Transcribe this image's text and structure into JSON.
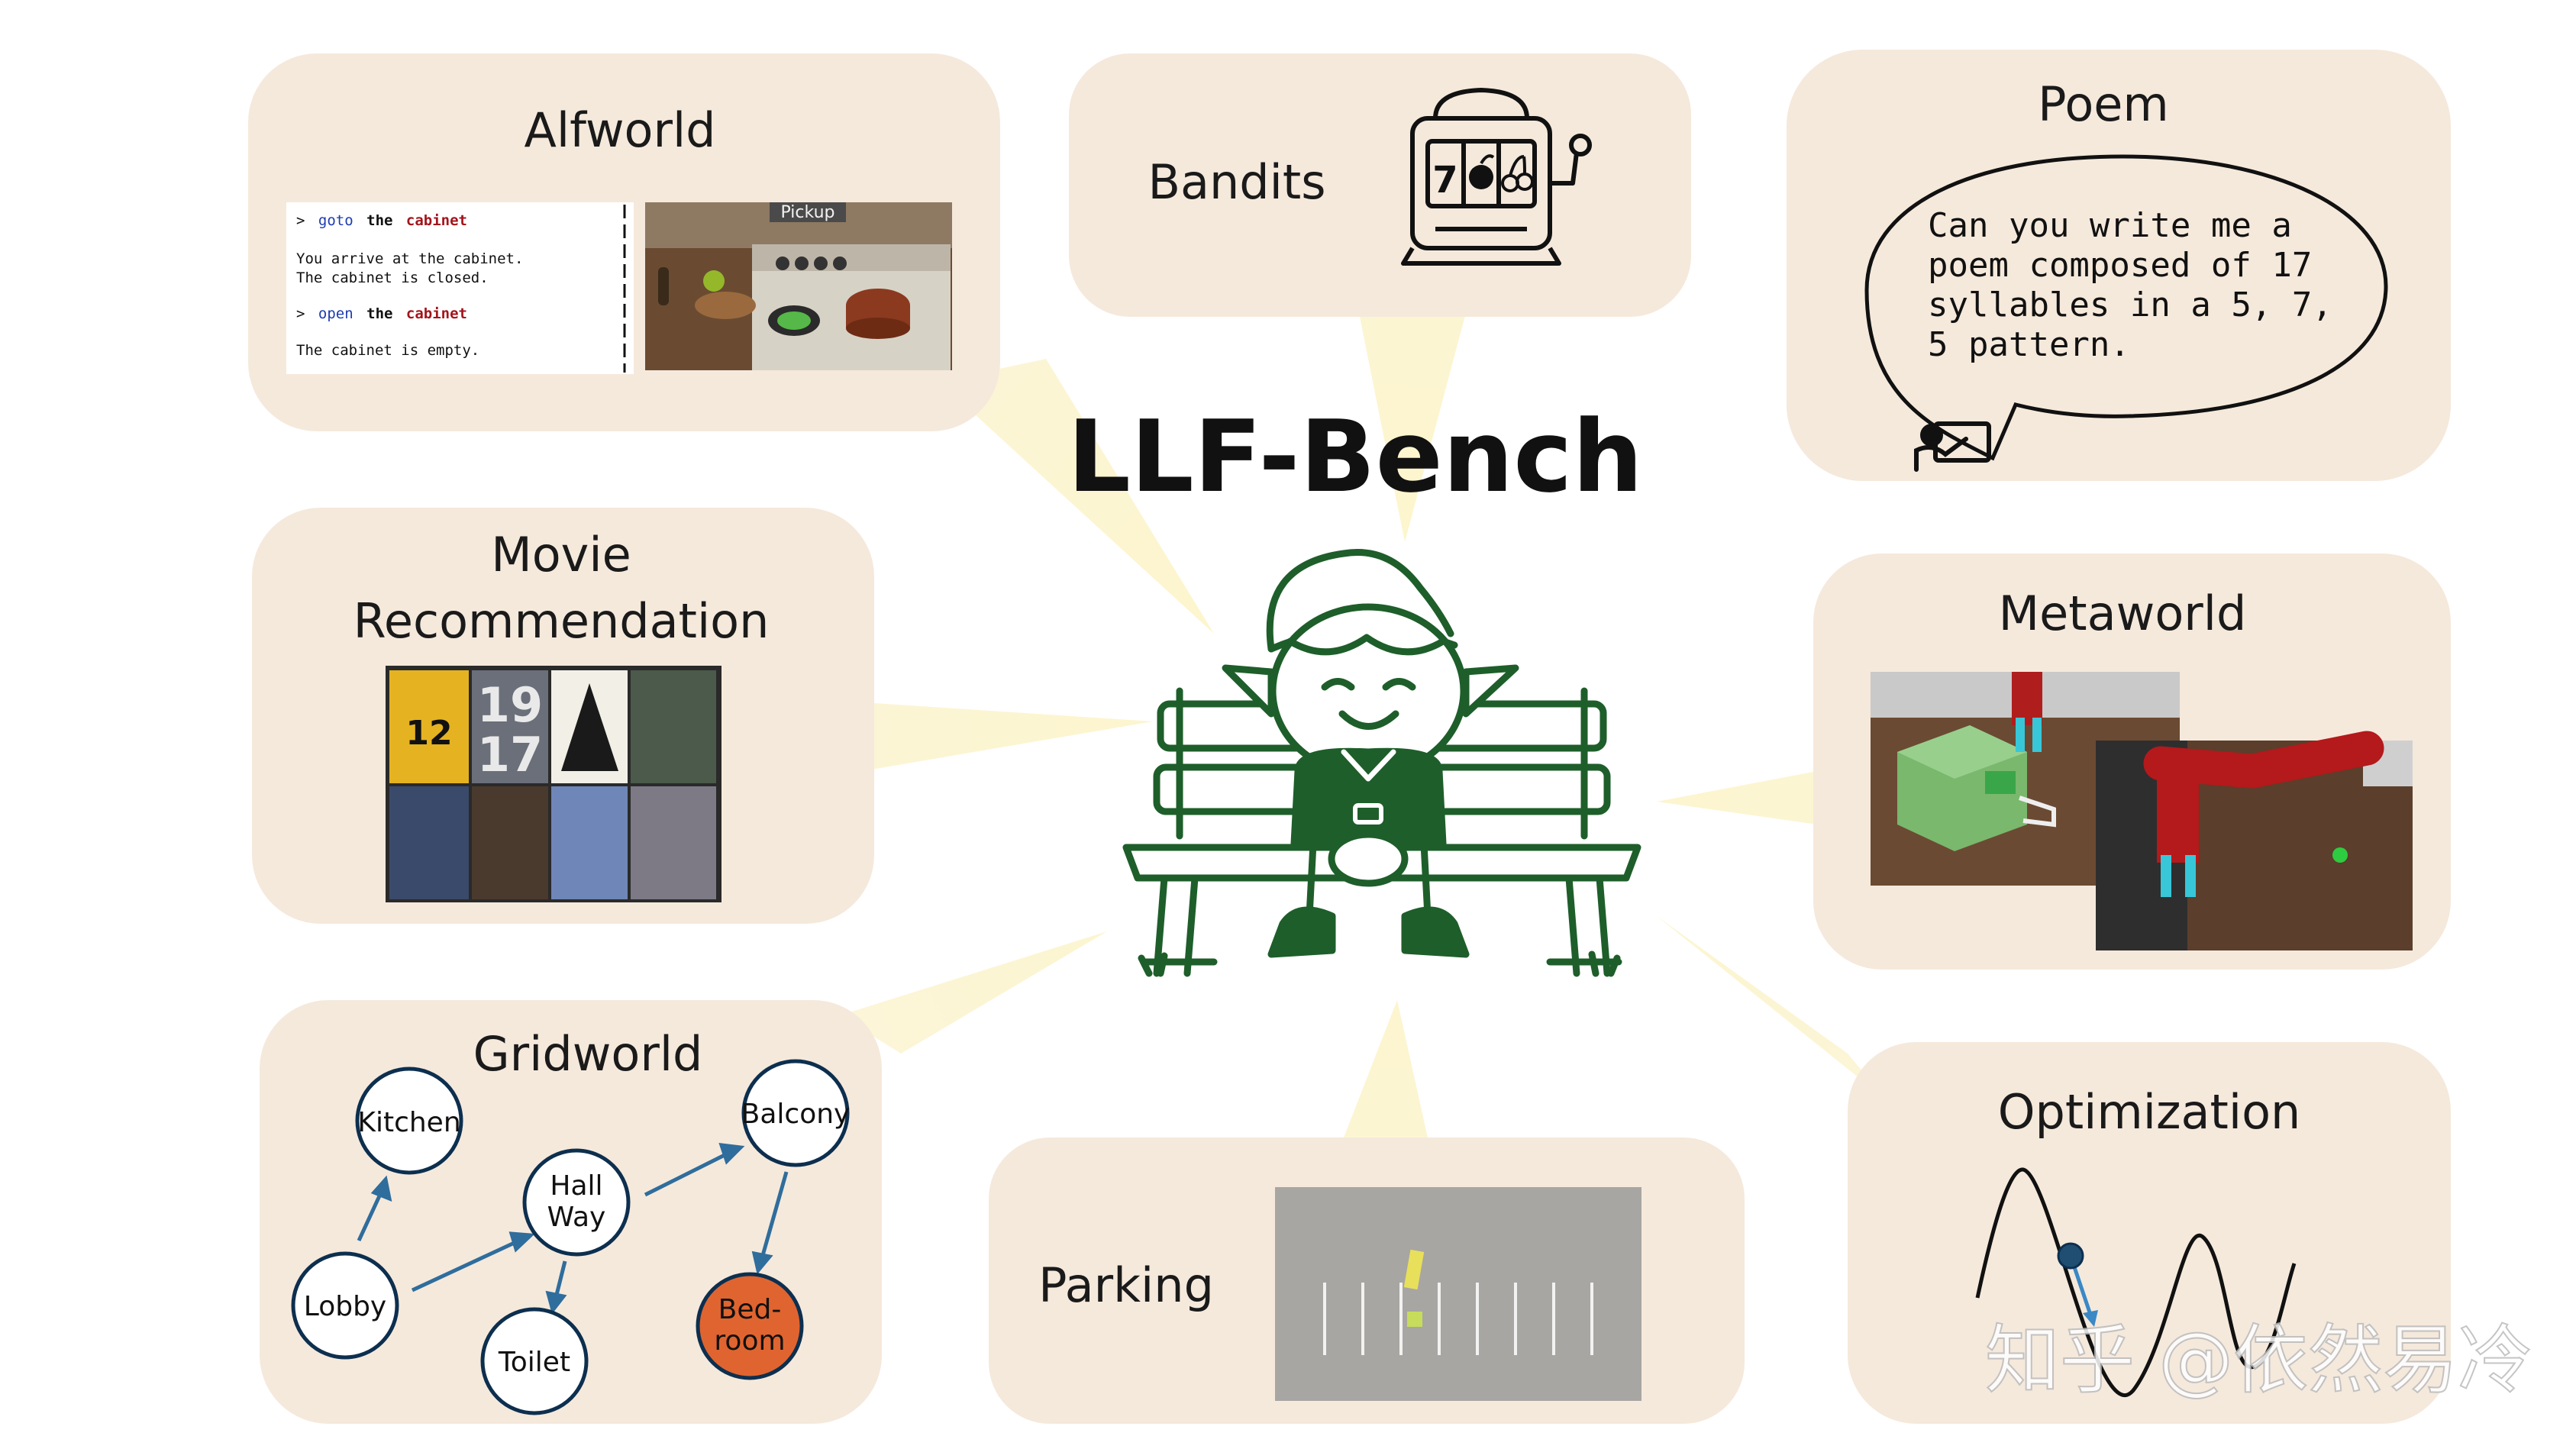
{
  "title": "LLF-Bench",
  "panels": {
    "alfworld": {
      "title": "Alfworld",
      "console": [
        {
          "prompt": ">",
          "verb": "goto",
          "the": "the",
          "object": "cabinet"
        },
        {
          "line1": "You arrive at the cabinet.",
          "line2": "The cabinet is closed."
        },
        {
          "prompt": ">",
          "verb": "open",
          "the": "the",
          "object": "cabinet"
        },
        {
          "line1": "The cabinet is empty."
        }
      ],
      "scene_label": "Pickup"
    },
    "bandits": {
      "title": "Bandits",
      "slot_symbols": [
        "7",
        "🍎",
        "🍒"
      ]
    },
    "poem": {
      "title": "Poem",
      "lines": [
        "Can you write me a",
        "poem composed of 17",
        "syllables in a 5, 7,",
        "5 pattern."
      ]
    },
    "movie": {
      "title_line1": "Movie",
      "title_line2": "Recommendation",
      "poster_texts": [
        "12",
        "19",
        "17"
      ]
    },
    "metaworld": {
      "title": "Metaworld"
    },
    "gridworld": {
      "title": "Gridworld",
      "nodes": [
        {
          "id": "kitchen",
          "label1": "Kitchen",
          "label2": ""
        },
        {
          "id": "hallway",
          "label1": "Hall",
          "label2": "Way"
        },
        {
          "id": "balcony",
          "label1": "Balcony",
          "label2": ""
        },
        {
          "id": "lobby",
          "label1": "Lobby",
          "label2": ""
        },
        {
          "id": "toilet",
          "label1": "Toilet",
          "label2": ""
        },
        {
          "id": "bedroom",
          "label1": "Bed-",
          "label2": "room"
        }
      ]
    },
    "parking": {
      "title": "Parking"
    },
    "optimization": {
      "title": "Optimization"
    }
  },
  "watermark": "知乎 @依然易冷",
  "colors": {
    "panel_bg": "#f5e9dc",
    "ray": "#fbf3c4",
    "elf_green": "#1e5e2a",
    "bedroom_orange": "#e0642f",
    "node_stroke": "#0d2f4f",
    "arrow": "#2f6d9c",
    "keyword_blue": "#1c3bb0",
    "object_red": "#a3151c"
  }
}
